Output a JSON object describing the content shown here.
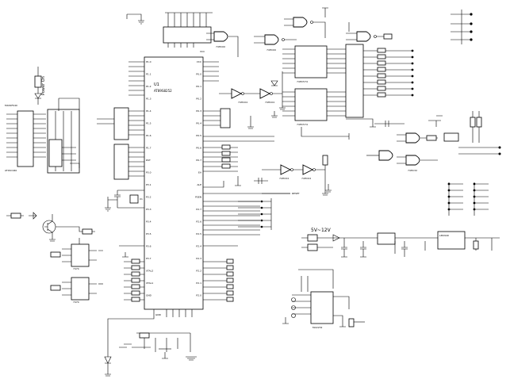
{
  "labels": {
    "mcu_part": "AT89S8252",
    "mcu_ref": "U1",
    "power_on": "Power On",
    "supply_range": "5V~12V",
    "left_ic_top": "MX29F040",
    "left_ic_bottom": "AT29C040",
    "latch_a": "74HC574",
    "latch_b": "74HC574",
    "gate_a": "74HC00",
    "gate_b": "74HC32",
    "inverter": "74HC04",
    "counter_top": "7474",
    "counter_bottom": "7474",
    "crystal": "X1",
    "regulator": "LM2940",
    "max_chip": "MAX232",
    "reset_label": "RESET",
    "vcc": "VCC",
    "gnd": "GND"
  },
  "pin_labels": {
    "mcu_left": [
      "P1.0",
      "P1.1",
      "P1.2",
      "P1.3",
      "P1.4",
      "P1.5",
      "P1.6",
      "P1.7",
      "RST",
      "P3.0",
      "P3.1",
      "P3.2",
      "P3.3",
      "P3.4",
      "P3.5",
      "P3.6",
      "P3.7",
      "XTAL2",
      "XTAL1",
      "GND"
    ],
    "mcu_right": [
      "VCC",
      "P0.0",
      "P0.1",
      "P0.2",
      "P0.3",
      "P0.4",
      "P0.5",
      "P0.6",
      "P0.7",
      "EA",
      "ALE",
      "PSEN",
      "P2.7",
      "P2.6",
      "P2.5",
      "P2.4",
      "P2.3",
      "P2.2",
      "P2.1",
      "P2.0"
    ]
  }
}
